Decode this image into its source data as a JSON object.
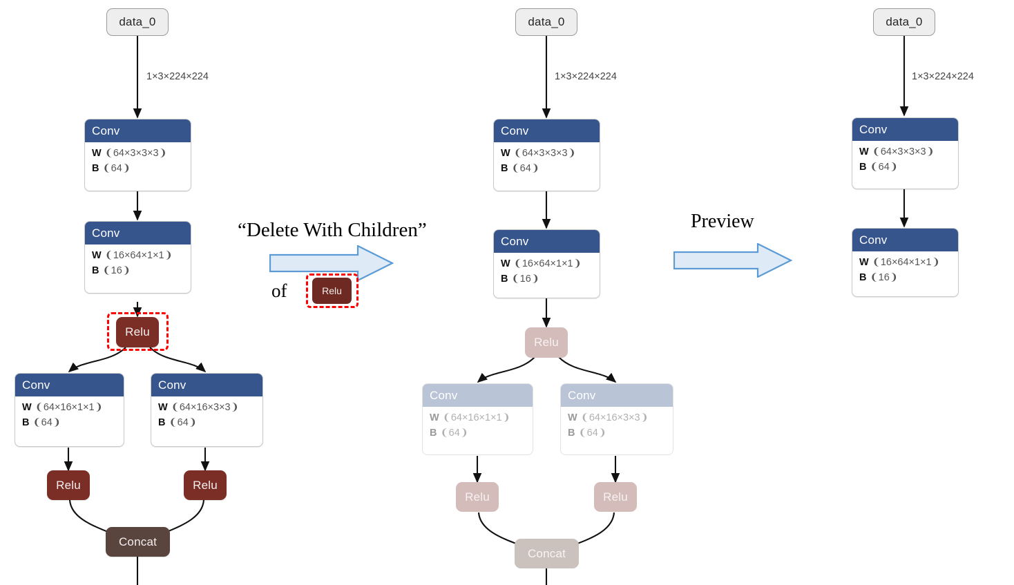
{
  "figure": {
    "type": "graph-editor-illustration",
    "colors": {
      "conv_header": "#36558C",
      "conv_header_faded": "#B9C4D6",
      "relu": "#7B2E26",
      "relu_faded": "#D3BCBA",
      "concat": "#5A443E",
      "concat_faded": "#CBC2BD",
      "io_node": "#EEEEEE",
      "highlight_ring": "#FF0000",
      "arrow_fill": "#DEEAF6",
      "arrow_stroke": "#5B9BD5",
      "edge": "#000000",
      "edge_label": "#444444"
    }
  },
  "annotations": {
    "operation_title": "“Delete With Children”",
    "operation_of": "of",
    "operation_target": "Relu",
    "preview_label": "Preview"
  },
  "labels": {
    "weight_key": "W",
    "bias_key": "B",
    "tensor_shape": "1×3×224×224"
  },
  "graphs": [
    {
      "id": "before",
      "name": "original-graph",
      "nodes": [
        {
          "id": "data_0",
          "kind": "io",
          "label": "data_0",
          "state": "normal"
        },
        {
          "id": "conv_1",
          "kind": "conv",
          "label": "Conv",
          "attrs": [
            {
              "key": "W",
              "value": "❨64×3×3×3❩"
            },
            {
              "key": "B",
              "value": "❨64❩"
            }
          ],
          "state": "normal"
        },
        {
          "id": "conv_2",
          "kind": "conv",
          "label": "Conv",
          "attrs": [
            {
              "key": "W",
              "value": "❨16×64×1×1❩"
            },
            {
              "key": "B",
              "value": "❨16❩"
            }
          ],
          "state": "normal"
        },
        {
          "id": "relu_1",
          "kind": "relu",
          "label": "Relu",
          "state": "selected"
        },
        {
          "id": "conv_3",
          "kind": "conv",
          "label": "Conv",
          "attrs": [
            {
              "key": "W",
              "value": "❨64×16×1×1❩"
            },
            {
              "key": "B",
              "value": "❨64❩"
            }
          ],
          "state": "normal"
        },
        {
          "id": "conv_4",
          "kind": "conv",
          "label": "Conv",
          "attrs": [
            {
              "key": "W",
              "value": "❨64×16×3×3❩"
            },
            {
              "key": "B",
              "value": "❨64❩"
            }
          ],
          "state": "normal"
        },
        {
          "id": "relu_2",
          "kind": "relu",
          "label": "Relu",
          "state": "normal"
        },
        {
          "id": "relu_3",
          "kind": "relu",
          "label": "Relu",
          "state": "normal"
        },
        {
          "id": "concat_1",
          "kind": "concat",
          "label": "Concat",
          "state": "normal"
        }
      ],
      "edges": [
        {
          "from": "data_0",
          "to": "conv_1",
          "label": "1×3×224×224"
        },
        {
          "from": "conv_1",
          "to": "conv_2",
          "label": ""
        },
        {
          "from": "conv_2",
          "to": "relu_1",
          "label": ""
        },
        {
          "from": "relu_1",
          "to": "conv_3",
          "label": ""
        },
        {
          "from": "relu_1",
          "to": "conv_4",
          "label": ""
        },
        {
          "from": "conv_3",
          "to": "relu_2",
          "label": ""
        },
        {
          "from": "conv_4",
          "to": "relu_3",
          "label": ""
        },
        {
          "from": "relu_2",
          "to": "concat_1",
          "label": ""
        },
        {
          "from": "relu_3",
          "to": "concat_1",
          "label": ""
        }
      ]
    },
    {
      "id": "preview",
      "name": "preview-graph",
      "nodes": [
        {
          "id": "data_0",
          "kind": "io",
          "label": "data_0",
          "state": "normal"
        },
        {
          "id": "conv_1",
          "kind": "conv",
          "label": "Conv",
          "attrs": [
            {
              "key": "W",
              "value": "❨64×3×3×3❩"
            },
            {
              "key": "B",
              "value": "❨64❩"
            }
          ],
          "state": "normal"
        },
        {
          "id": "conv_2",
          "kind": "conv",
          "label": "Conv",
          "attrs": [
            {
              "key": "W",
              "value": "❨16×64×1×1❩"
            },
            {
              "key": "B",
              "value": "❨16❩"
            }
          ],
          "state": "normal"
        },
        {
          "id": "relu_1",
          "kind": "relu",
          "label": "Relu",
          "state": "faded"
        },
        {
          "id": "conv_3",
          "kind": "conv",
          "label": "Conv",
          "attrs": [
            {
              "key": "W",
              "value": "❨64×16×1×1❩"
            },
            {
              "key": "B",
              "value": "❨64❩"
            }
          ],
          "state": "faded"
        },
        {
          "id": "conv_4",
          "kind": "conv",
          "label": "Conv",
          "attrs": [
            {
              "key": "W",
              "value": "❨64×16×3×3❩"
            },
            {
              "key": "B",
              "value": "❨64❩"
            }
          ],
          "state": "faded"
        },
        {
          "id": "relu_2",
          "kind": "relu",
          "label": "Relu",
          "state": "faded"
        },
        {
          "id": "relu_3",
          "kind": "relu",
          "label": "Relu",
          "state": "faded"
        },
        {
          "id": "concat_1",
          "kind": "concat",
          "label": "Concat",
          "state": "faded"
        }
      ],
      "edges": [
        {
          "from": "data_0",
          "to": "conv_1",
          "label": "1×3×224×224"
        }
      ]
    },
    {
      "id": "after",
      "name": "result-graph",
      "nodes": [
        {
          "id": "data_0",
          "kind": "io",
          "label": "data_0",
          "state": "normal"
        },
        {
          "id": "conv_1",
          "kind": "conv",
          "label": "Conv",
          "attrs": [
            {
              "key": "W",
              "value": "❨64×3×3×3❩"
            },
            {
              "key": "B",
              "value": "❨64❩"
            }
          ],
          "state": "normal"
        },
        {
          "id": "conv_2",
          "kind": "conv",
          "label": "Conv",
          "attrs": [
            {
              "key": "W",
              "value": "❨16×64×1×1❩"
            },
            {
              "key": "B",
              "value": "❨16❩"
            }
          ],
          "state": "normal"
        }
      ],
      "edges": [
        {
          "from": "data_0",
          "to": "conv_1",
          "label": "1×3×224×224"
        }
      ]
    }
  ]
}
